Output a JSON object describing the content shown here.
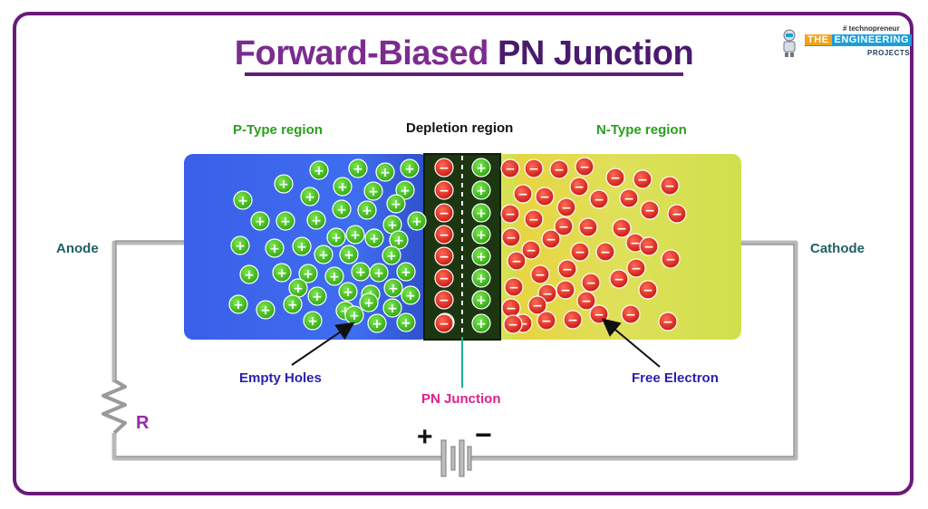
{
  "title": {
    "part1": "Forward-Biased",
    "part2": "PN Junction"
  },
  "logo": {
    "tagline": "# technopreneur",
    "brand_a": "THE",
    "brand_b": "ENGINEERING",
    "subline": "PROJECTS"
  },
  "regions": {
    "p_type": "P-Type region",
    "depletion": "Depletion region",
    "n_type": "N-Type region"
  },
  "terminals": {
    "anode": "Anode",
    "cathode": "Cathode"
  },
  "annotations": {
    "holes": "Empty Holes",
    "junction": "PN Junction",
    "electron": "Free Electron"
  },
  "resistor_label": "R",
  "battery": {
    "plus": "+",
    "minus": "−"
  },
  "symbols": {
    "hole": "+",
    "electron": "−"
  },
  "colors": {
    "title_accent": "#7b2c8f",
    "p_region": "#3b63e6",
    "n_region": "#d4e24a",
    "depletion": "#1d3a12",
    "hole": "#44c61f",
    "electron": "#e0231a",
    "p_label": "#2aa01c",
    "terminal_label": "#1f5f66",
    "annotation_blue": "#2a1fb0",
    "annotation_pink": "#e0208a",
    "resistor_label": "#9b27b0",
    "wire": "#b8b8b8"
  }
}
